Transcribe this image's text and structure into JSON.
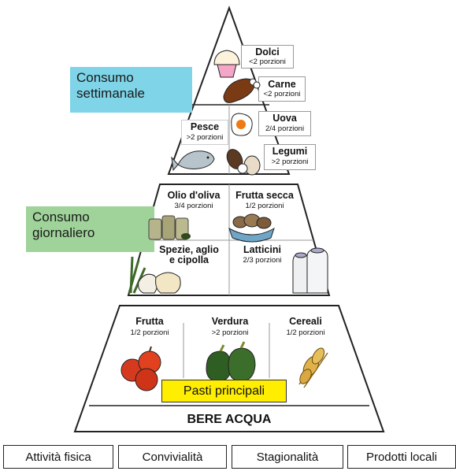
{
  "colors": {
    "weekly_bg": "#7fd4e8",
    "daily_bg": "#9fd39a",
    "banner_bg": "#ffee00",
    "outline": "#222222"
  },
  "weekly": {
    "label": "Consumo\nsettimanale",
    "items": [
      {
        "name": "Dolci",
        "portion": "<2 porzioni",
        "icon": "cupcake-icon"
      },
      {
        "name": "Carne",
        "portion": "<2 porzioni",
        "icon": "meat-icon"
      },
      {
        "name": "Uova",
        "portion": "2/4 porzioni",
        "icon": "egg-icon"
      },
      {
        "name": "Pesce",
        "portion": ">2 porzioni",
        "icon": "fish-icon"
      },
      {
        "name": "Legumi",
        "portion": ">2 porzioni",
        "icon": "beans-icon"
      }
    ]
  },
  "daily": {
    "label": "Consumo\ngiornaliero",
    "items": [
      {
        "name": "Olio d'oliva",
        "portion": "3/4 porzioni",
        "icon": "olive-oil-icon"
      },
      {
        "name": "Frutta secca",
        "portion": "1/2 porzioni",
        "icon": "nuts-icon"
      },
      {
        "name": "Spezie, aglio\ne cipolla",
        "icon": "garlic-icon"
      },
      {
        "name": "Latticini",
        "portion": "2/3 porzioni",
        "icon": "dairy-icon"
      }
    ]
  },
  "main": {
    "items": [
      {
        "name": "Frutta",
        "portion": "1/2 porzioni",
        "icon": "apple-icon"
      },
      {
        "name": "Verdura",
        "portion": ">2 porzioni",
        "icon": "pepper-icon"
      },
      {
        "name": "Cereali",
        "portion": "1/2 porzioni",
        "icon": "wheat-icon"
      }
    ],
    "banner": "Pasti principali",
    "water": "BERE ACQUA"
  },
  "footer": [
    "Attività fisica",
    "Convivialità",
    "Stagionalità",
    "Prodotti locali"
  ]
}
